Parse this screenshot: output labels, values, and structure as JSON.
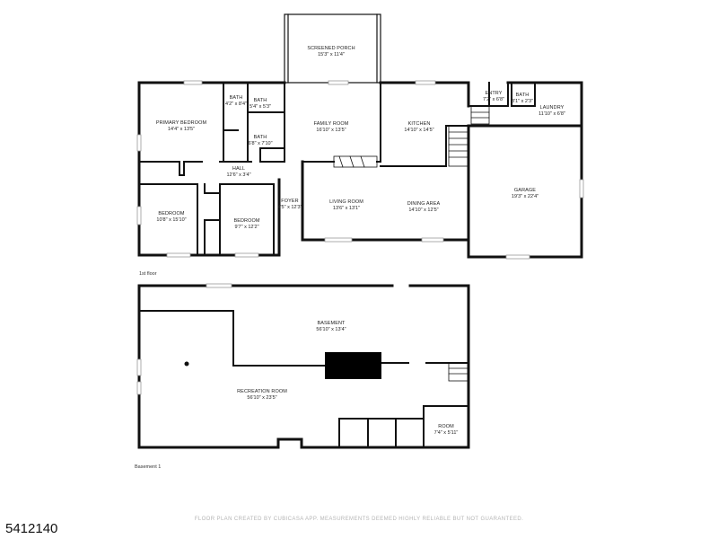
{
  "floors": [
    {
      "name": "1st floor"
    },
    {
      "name": "Basement 1"
    }
  ],
  "rooms": {
    "screened_porch": {
      "name": "SCREENED PORCH",
      "dims": "15'3\" x 11'4\""
    },
    "primary_bedroom": {
      "name": "PRIMARY BEDROOM",
      "dims": "14'4\" x 13'5\""
    },
    "bath1": {
      "name": "BATH",
      "dims": "4'2\" x 8'4\""
    },
    "bath2": {
      "name": "BATH",
      "dims": "5'4\" x 5'3\""
    },
    "bath3": {
      "name": "BATH",
      "dims": "6'8\" x 7'10\""
    },
    "family_room": {
      "name": "FAMILY ROOM",
      "dims": "16'10\" x 13'5\""
    },
    "kitchen": {
      "name": "KITCHEN",
      "dims": "14'10\" x 14'5\""
    },
    "entry": {
      "name": "ENTRY",
      "dims": "7'2\" x 6'8\""
    },
    "bath4": {
      "name": "BATH",
      "dims": "3'1\" x 2'3\""
    },
    "laundry": {
      "name": "LAUNDRY",
      "dims": "11'10\" x 6'8\""
    },
    "hall": {
      "name": "HALL",
      "dims": "12'6\" x 3'4\""
    },
    "bedroom1": {
      "name": "BEDROOM",
      "dims": "10'8\" x 15'10\""
    },
    "bedroom2": {
      "name": "BEDROOM",
      "dims": "9'7\" x 12'2\""
    },
    "foyer": {
      "name": "FOYER",
      "dims": "4'5\" x 12'3\""
    },
    "living_room": {
      "name": "LIVING ROOM",
      "dims": "13'6\" x 13'1\""
    },
    "dining_area": {
      "name": "DINING AREA",
      "dims": "14'10\" x 12'5\""
    },
    "garage": {
      "name": "GARAGE",
      "dims": "19'3\" x 22'4\""
    },
    "basement": {
      "name": "BASEMENT",
      "dims": "56'10\" x 13'4\""
    },
    "recreation_room": {
      "name": "RECREATION ROOM",
      "dims": "56'10\" x 23'5\""
    },
    "room": {
      "name": "ROOM",
      "dims": "7'4\" x 5'11\""
    }
  },
  "listing_id": "5412140",
  "footer": "FLOOR PLAN CREATED BY CUBICASA APP. MEASUREMENTS DEEMED HIGHLY RELIABLE BUT NOT GUARANTEED."
}
